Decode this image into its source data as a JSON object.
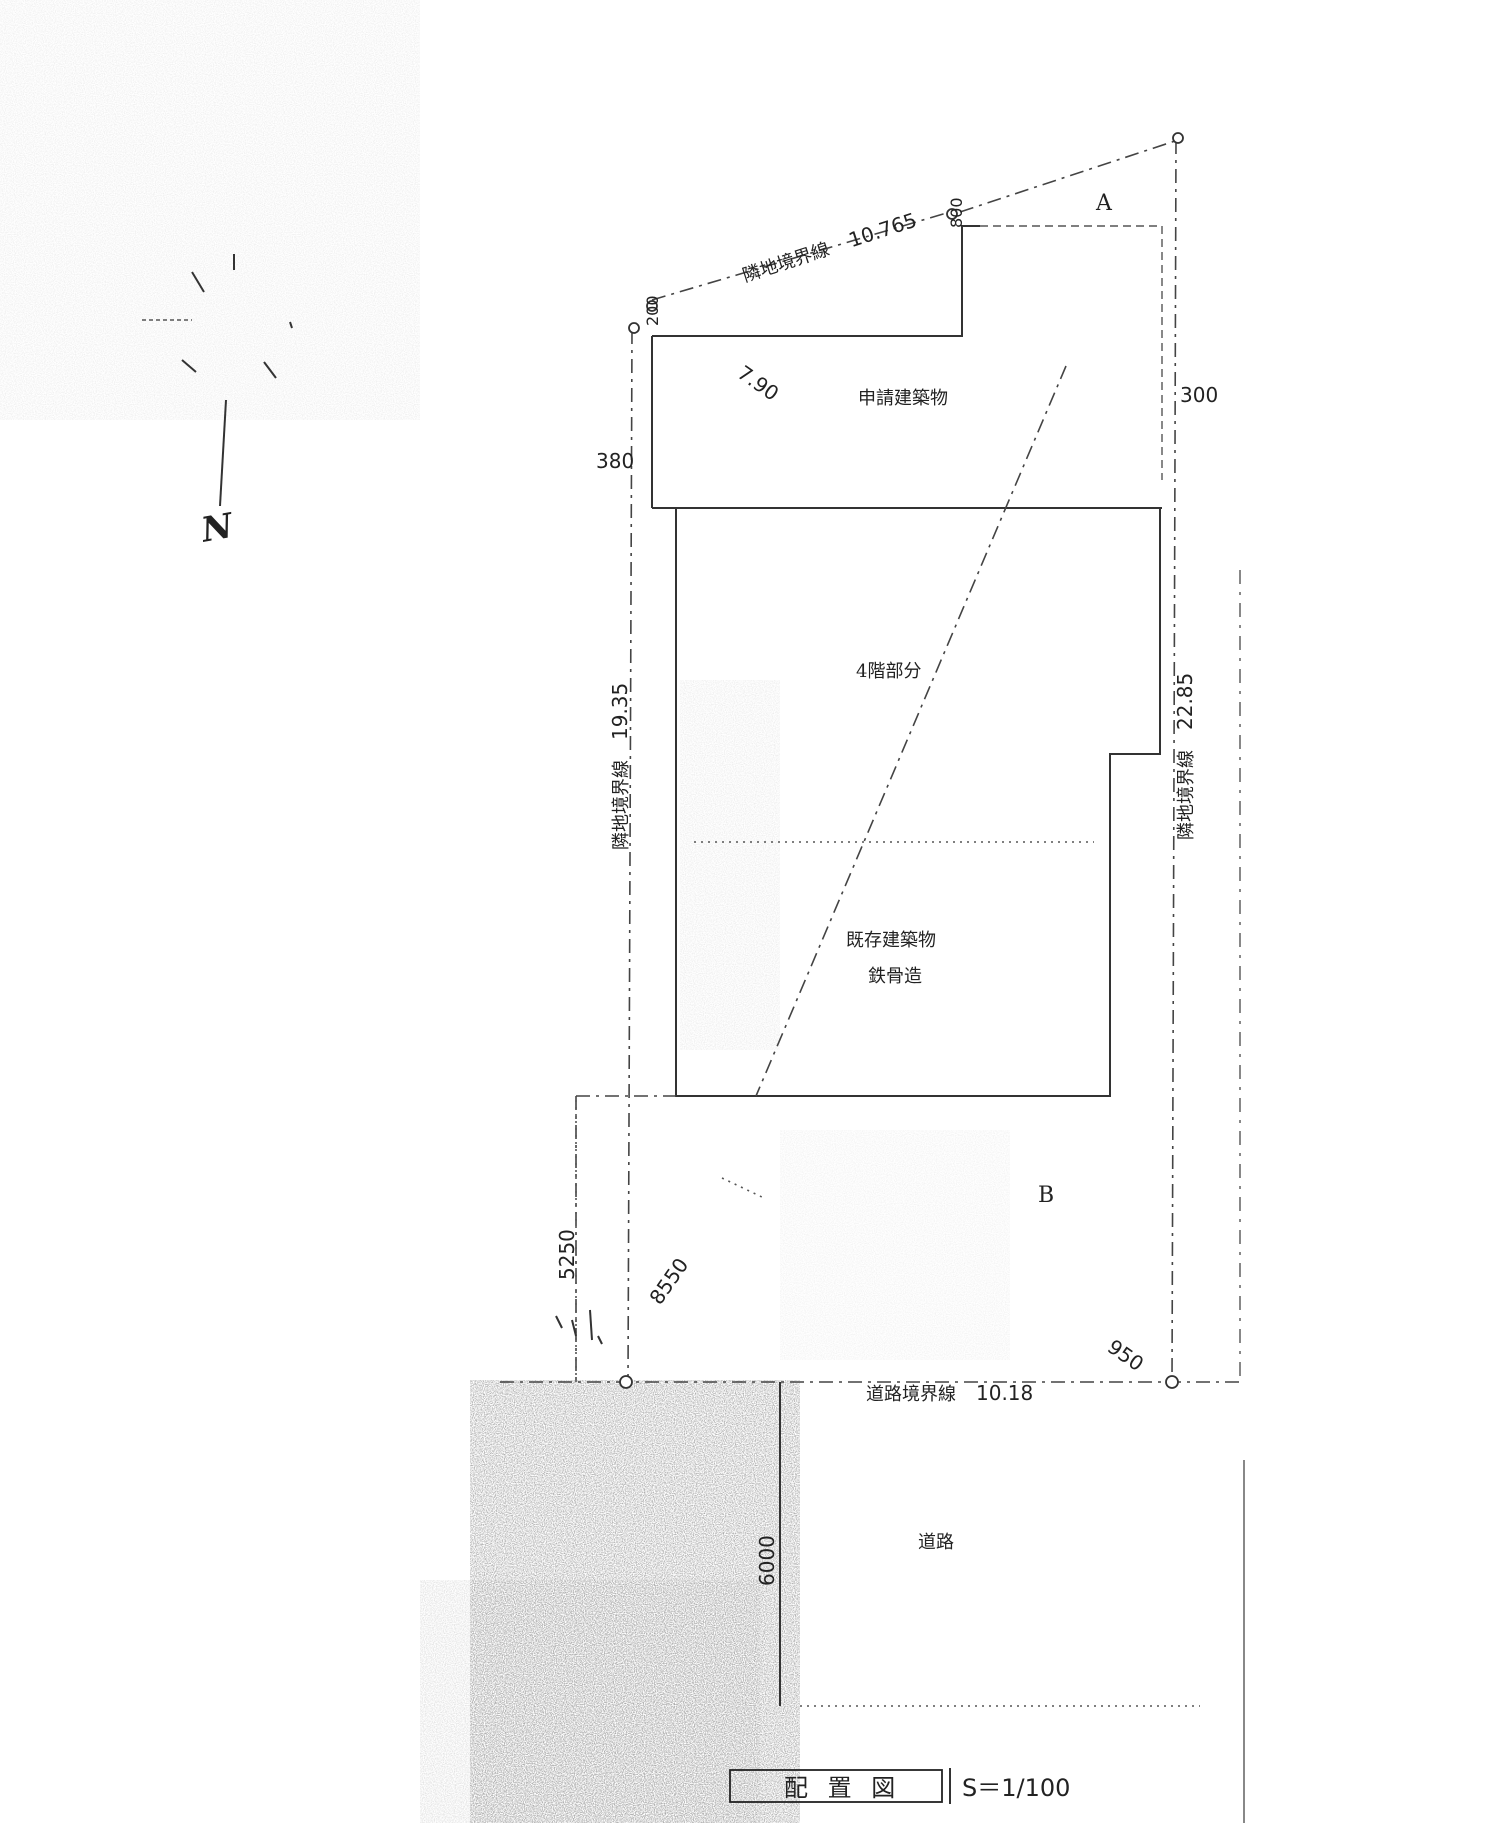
{
  "drawing": {
    "title": "配 置 図",
    "scale": "S＝1/100"
  },
  "points": {
    "a": "A",
    "b": "B"
  },
  "boundaries": {
    "top": "隣地境界線",
    "top_length": "10.765",
    "left": "隣地境界線",
    "left_length": "19.35",
    "right": "隣地境界線",
    "right_length": "22.85",
    "road": "道路境界線",
    "road_length": "10.18"
  },
  "areas": {
    "new_building": "申請建築物",
    "floor_portion": "4階部分",
    "existing_building": "既存建築物",
    "structure": "鉄骨造",
    "road": "道路"
  },
  "dimensions": {
    "d_800": "800",
    "d_200": "200",
    "d_790": "7.90",
    "d_380": "380",
    "d_300": "300",
    "d_5250": "5250",
    "d_8550": "8550",
    "d_950": "950",
    "d_6000": "6000"
  },
  "compass": {
    "north": "N"
  },
  "colors": {
    "line": "#333333",
    "text": "#222222",
    "shading": "#bbbbbb"
  }
}
